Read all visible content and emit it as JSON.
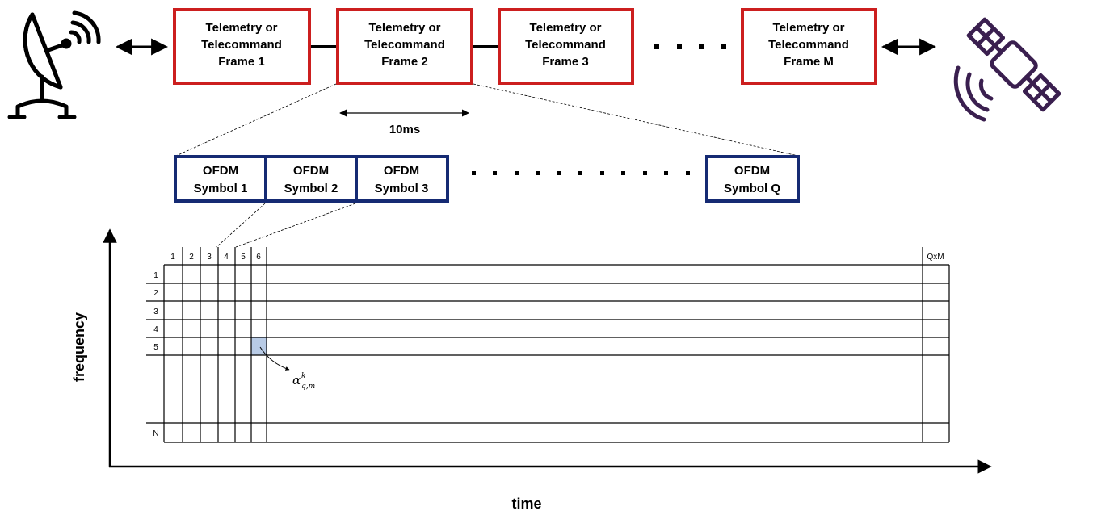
{
  "frames": [
    {
      "line1": "Telemetry or",
      "line2": "Telecommand",
      "line3": "Frame 1"
    },
    {
      "line1": "Telemetry or",
      "line2": "Telecommand",
      "line3": "Frame 2"
    },
    {
      "line1": "Telemetry or",
      "line2": "Telecommand",
      "line3": "Frame 3"
    },
    {
      "line1": "Telemetry or",
      "line2": "Telecommand",
      "line3": "Frame M"
    }
  ],
  "frame_duration": "10ms",
  "symbols": [
    {
      "line1": "OFDM",
      "line2": "Symbol 1"
    },
    {
      "line1": "OFDM",
      "line2": "Symbol 2"
    },
    {
      "line1": "OFDM",
      "line2": "Symbol 3"
    },
    {
      "line1": "OFDM",
      "line2": "Symbol Q"
    }
  ],
  "grid": {
    "col_labels": [
      "1",
      "2",
      "3",
      "4",
      "5",
      "6"
    ],
    "last_col_label": "QxM",
    "row_labels": [
      "1",
      "2",
      "3",
      "4",
      "5"
    ],
    "last_row_label": "N",
    "highlight_color": "#b8cbe6"
  },
  "annotation": {
    "symbol": "α",
    "superscript": "k",
    "subscript": "q,m"
  },
  "axes": {
    "x_label": "time",
    "y_label": "frequency"
  },
  "colors": {
    "frame_border": "#cc1f1f",
    "symbol_border": "#152a73",
    "satellite": "#3a1f4f"
  },
  "icons": {
    "left": "satellite-dish-icon",
    "right": "satellite-icon"
  }
}
